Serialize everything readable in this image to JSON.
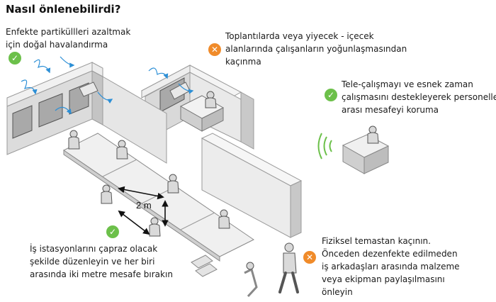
{
  "title": "Nasıl önlenebilirdi?",
  "colors": {
    "green": "#6cc04a",
    "orange": "#f08b2a",
    "air": "#2c8fd6"
  },
  "distance_label": "2 m",
  "notes": {
    "ventilation": {
      "status": "positive",
      "icon": "check-icon",
      "lines": [
        "Enfekte partiküllleri azaltmak",
        "için doğal havalandırma"
      ]
    },
    "meetings": {
      "status": "negative",
      "icon": "cross-icon",
      "lines": [
        "Toplantılarda veya yiyecek - içecek",
        "alanlarında çalışanların yoğunlaşmasından",
        "kaçınma"
      ]
    },
    "telework": {
      "status": "positive",
      "icon": "check-icon",
      "lines": [
        "Tele-çalışmayı ve esnek zaman",
        "çalışmasını destekleyerek personeller",
        "arası mesafeyi koruma"
      ]
    },
    "workstations": {
      "status": "positive",
      "icon": "check-icon",
      "lines": [
        "İş istasyonlarını çapraz olacak",
        "şekilde düzenleyin ve her biri",
        "arasında iki metre mesafe bırakın"
      ]
    },
    "contact": {
      "status": "negative",
      "icon": "cross-icon",
      "lines": [
        "Fiziksel temastan kaçının.",
        "Önceden dezenfekte edilmeden",
        "iş arkadaşları arasında malzeme",
        "veya ekipman paylaşılmasını",
        "önleyin"
      ]
    }
  }
}
